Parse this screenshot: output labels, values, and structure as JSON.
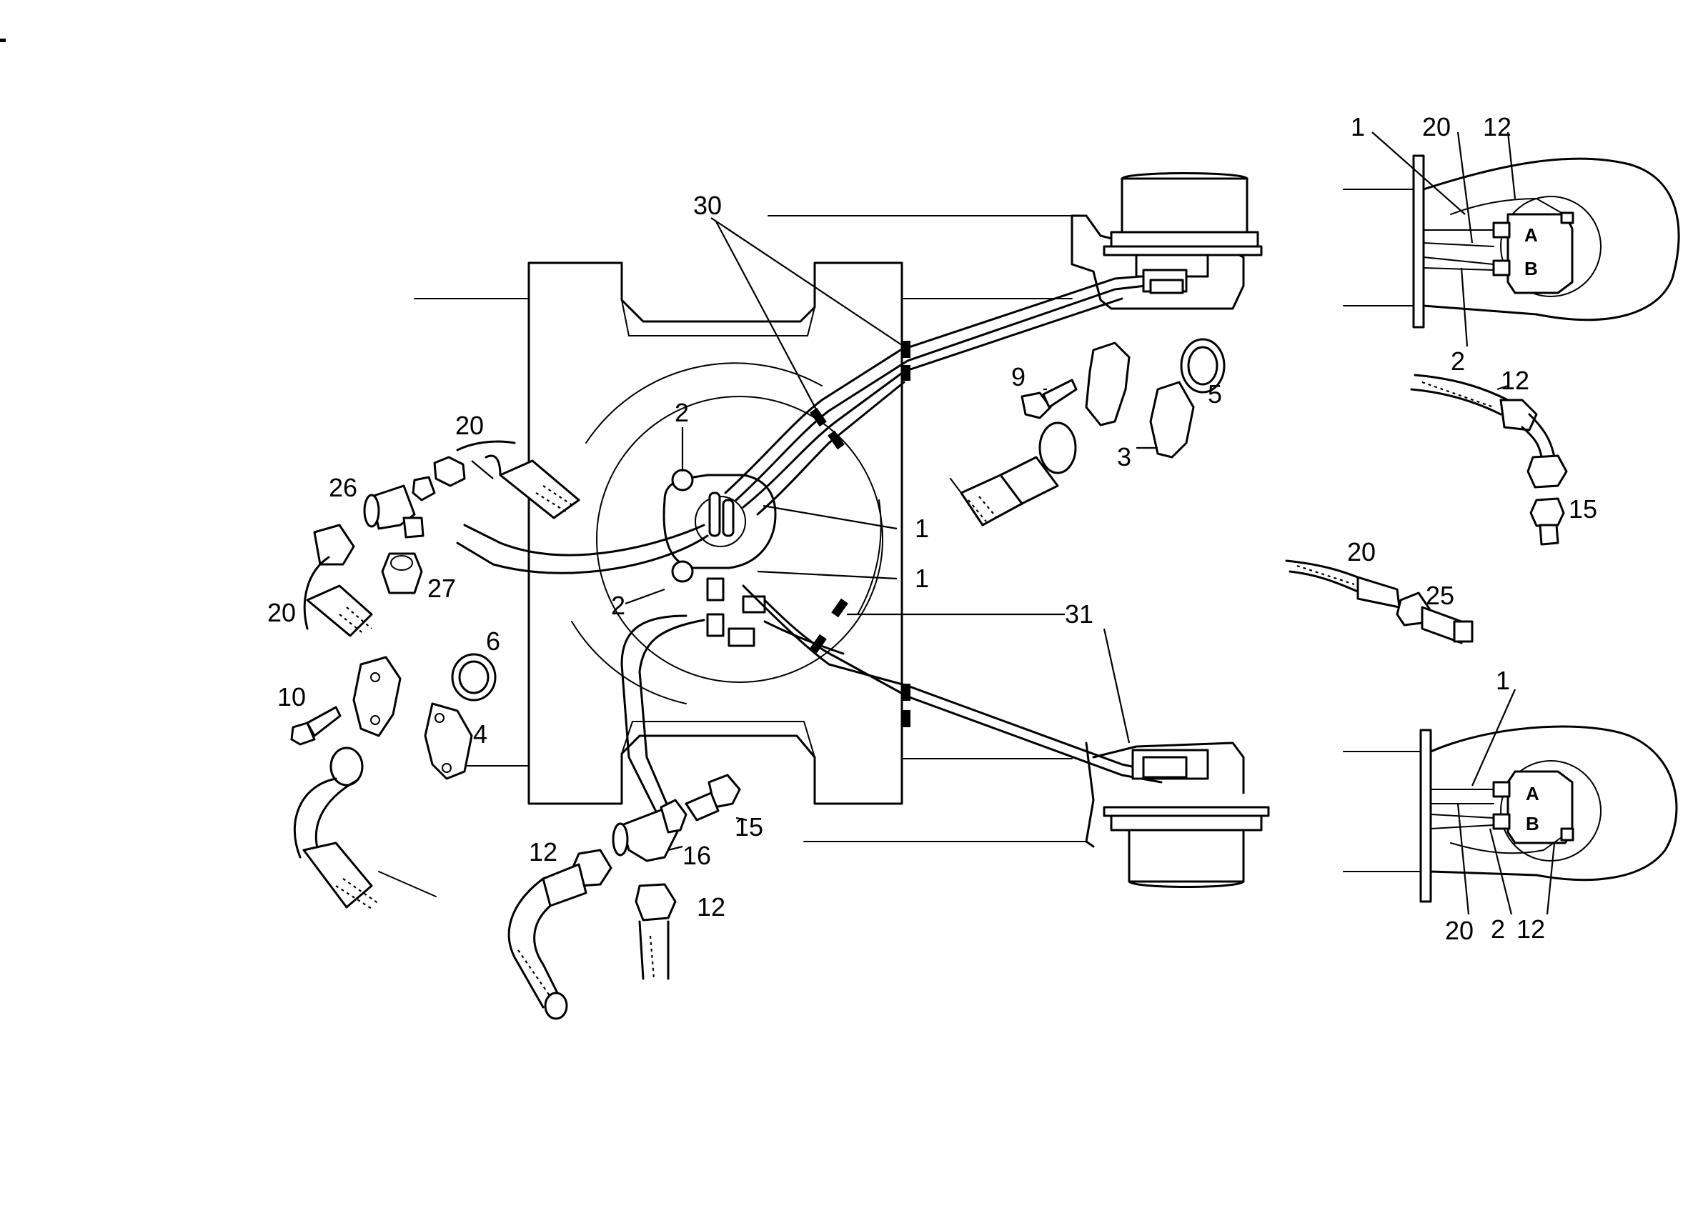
{
  "diagram": {
    "callouts": [
      {
        "id": "c30",
        "text": "30"
      },
      {
        "id": "c2a",
        "text": "2"
      },
      {
        "id": "c1a",
        "text": "1"
      },
      {
        "id": "c1b",
        "text": "1"
      },
      {
        "id": "c2b",
        "text": "2"
      },
      {
        "id": "c31",
        "text": "31"
      },
      {
        "id": "c20a",
        "text": "20"
      },
      {
        "id": "c26",
        "text": "26"
      },
      {
        "id": "c27",
        "text": "27"
      },
      {
        "id": "c20b",
        "text": "20"
      },
      {
        "id": "c6",
        "text": "6"
      },
      {
        "id": "c10",
        "text": "10"
      },
      {
        "id": "c4",
        "text": "4"
      },
      {
        "id": "c9",
        "text": "9"
      },
      {
        "id": "c5",
        "text": "5"
      },
      {
        "id": "c3",
        "text": "3"
      },
      {
        "id": "c15a",
        "text": "15"
      },
      {
        "id": "c16",
        "text": "16"
      },
      {
        "id": "c12a",
        "text": "12"
      },
      {
        "id": "c12b",
        "text": "12"
      },
      {
        "id": "c1c",
        "text": "1"
      },
      {
        "id": "c20c",
        "text": "20"
      },
      {
        "id": "c12c",
        "text": "12"
      },
      {
        "id": "c2c",
        "text": "2"
      },
      {
        "id": "c12d",
        "text": "12"
      },
      {
        "id": "c15b",
        "text": "15"
      },
      {
        "id": "c20d",
        "text": "20"
      },
      {
        "id": "c25",
        "text": "25"
      },
      {
        "id": "c1d",
        "text": "1"
      },
      {
        "id": "c20e",
        "text": "20"
      },
      {
        "id": "c2d",
        "text": "2"
      },
      {
        "id": "c12e",
        "text": "12"
      }
    ],
    "port_labels": {
      "top_a": "A",
      "top_b": "B",
      "bottom_a": "A",
      "bottom_b": "B"
    }
  }
}
